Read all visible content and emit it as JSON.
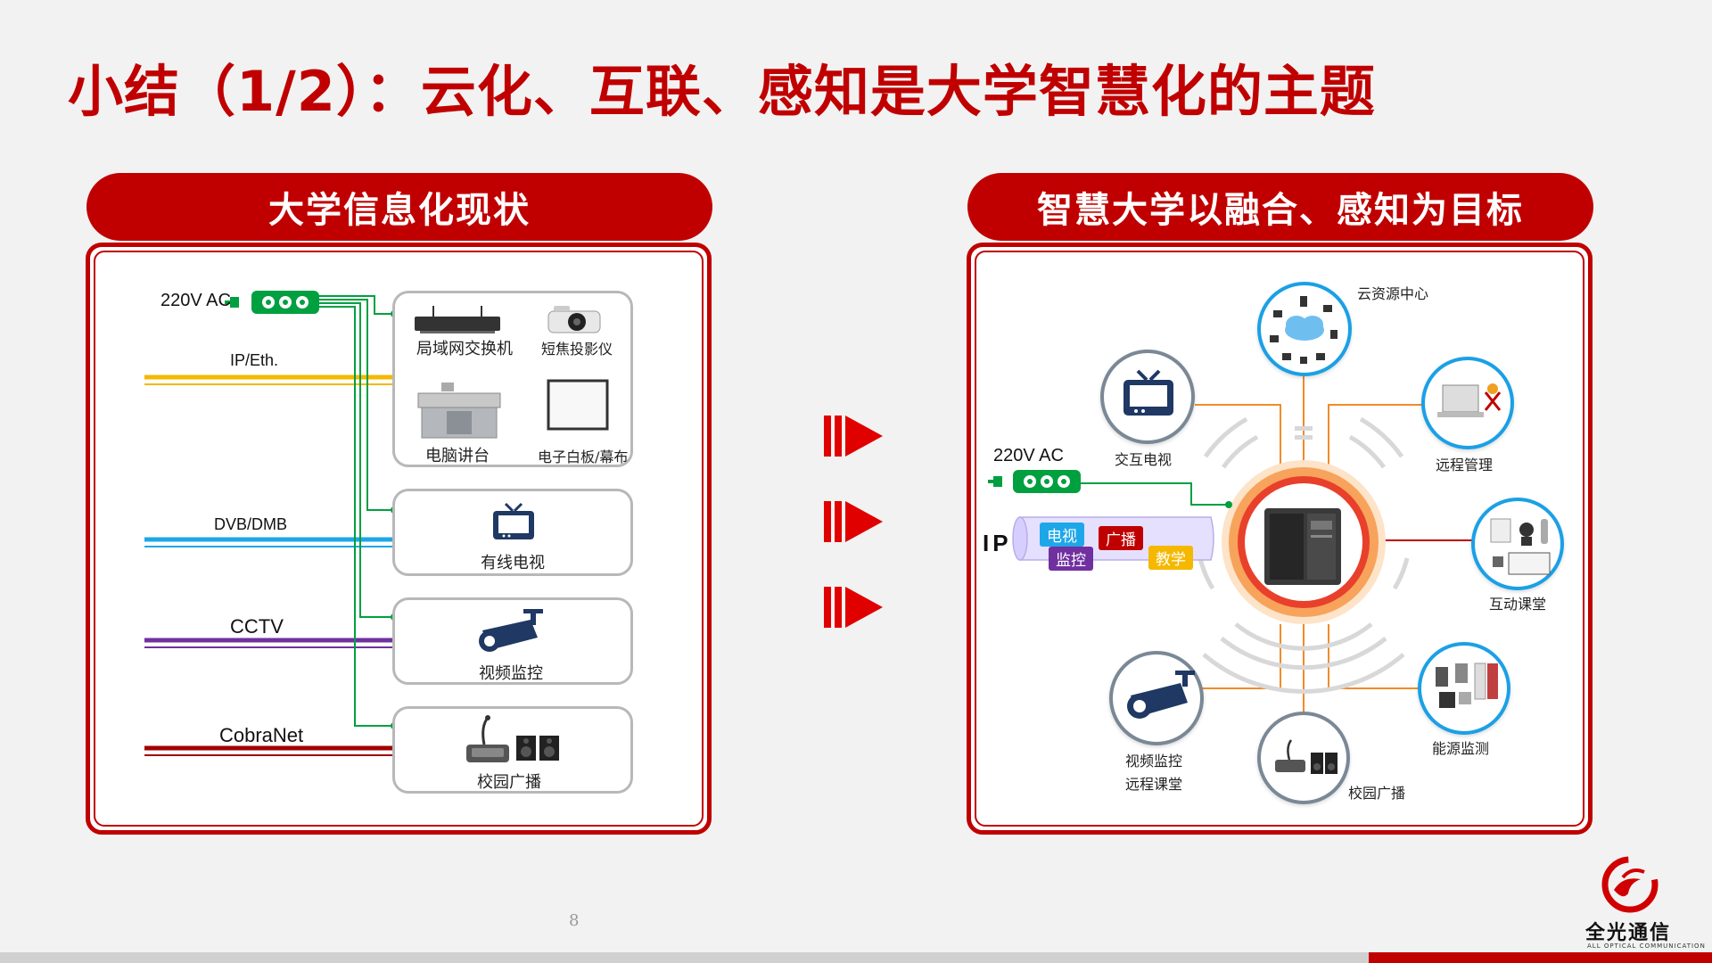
{
  "title": "小结（1/2）：云化、互联、感知是大学智慧化的主题",
  "left_panel": {
    "header": "大学信息化现状",
    "power_label": "220V AC",
    "lines": [
      {
        "label": "IP/Eth.",
        "color": "#f5b800"
      },
      {
        "label": "DVB/DMB",
        "color": "#1ea7e8"
      },
      {
        "label": "CCTV",
        "color": "#7030a0"
      },
      {
        "label": "CobraNet",
        "color": "#a00000"
      }
    ],
    "devices": {
      "switch": "局域网交换机",
      "projector": "短焦投影仪",
      "podium": "电脑讲台",
      "whiteboard": "电子白板/幕布",
      "cable_tv": "有线电视",
      "video_surveillance": "视频监控",
      "campus_broadcast": "校园广播"
    }
  },
  "right_panel": {
    "header": "智慧大学以融合、感知为目标",
    "power_label": "220V AC",
    "ip_label": "IP",
    "pills": [
      {
        "label": "电视",
        "color": "#1ea7e8"
      },
      {
        "label": "广播",
        "color": "#c00000"
      },
      {
        "label": "监控",
        "color": "#7030a0"
      },
      {
        "label": "教学",
        "color": "#f5b800"
      }
    ],
    "nodes": {
      "cloud_center": "云资源中心",
      "interactive_tv": "交互电视",
      "remote_management": "远程管理",
      "interactive_classroom": "互动课堂",
      "energy_monitoring": "能源监测",
      "campus_broadcast": "校园广播",
      "video_surveillance_line1": "视频监控",
      "video_surveillance_line2": "远程课堂"
    }
  },
  "page_number": "8",
  "logo": {
    "name": "全光通信",
    "subtitle": "ALL OPTICAL COMMUNICATION"
  },
  "colors": {
    "brand_red": "#c00000",
    "green_wire": "#00a040",
    "orange_wire": "#f08c28"
  }
}
